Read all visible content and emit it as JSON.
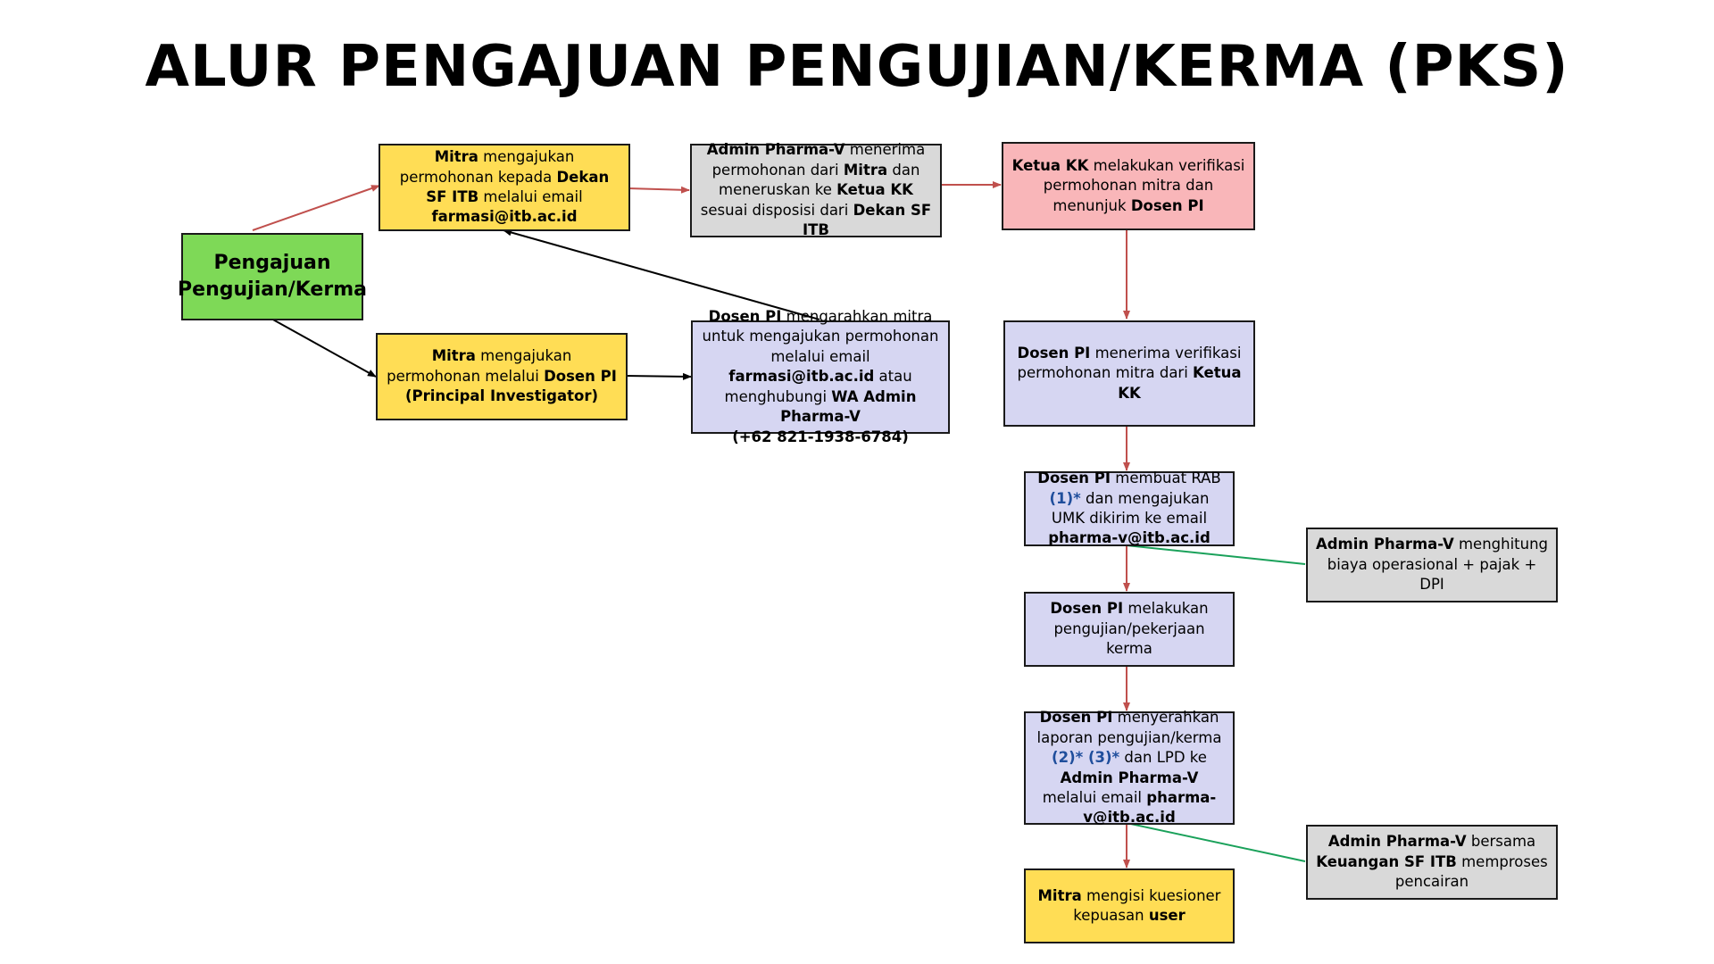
{
  "title": "ALUR PENGAJUAN PENGUJIAN/KERMA (PKS)",
  "colors": {
    "yellow": "#ffdd55",
    "gray": "#d9d9d9",
    "pink": "#f9b6b9",
    "lavender": "#d6d6f2",
    "green": "#7ed957",
    "arrow_red": "#c0504d",
    "arrow_black": "#000000",
    "connector_green": "#1aa15a",
    "note_blue": "#1f4e9c"
  },
  "nodes": {
    "start": {
      "line1": "Pengajuan",
      "line2": "Pengujian/Kerma"
    },
    "mitra_email": {
      "b1": "Mitra",
      "t1": " mengajukan permohonan kepada ",
      "b2": "Dekan SF ITB",
      "t2": " melalui email ",
      "b3": "farmasi@itb.ac.id"
    },
    "admin_receive": {
      "b1": "Admin Pharma-V",
      "t1": " menerima permohonan dari ",
      "b2": "Mitra",
      "t2": " dan meneruskan ke ",
      "b3": "Ketua KK",
      "t3": " sesuai disposisi  dari ",
      "b4": "Dekan SF ITB"
    },
    "ketua_kk": {
      "b1": "Ketua KK",
      "t1": " melakukan verifikasi permohonan mitra dan menunjuk ",
      "b2": "Dosen PI"
    },
    "mitra_dosen": {
      "b1": "Mitra",
      "t1": " mengajukan permohonan melalui ",
      "b2": "Dosen PI (Principal Investigator)"
    },
    "dosen_direct": {
      "b1": "Dosen PI",
      "t1": " mengarahkan mitra untuk mengajukan permohonan melalui email ",
      "b2": "farmasi@itb.ac.id",
      "t2": " atau menghubungi ",
      "b3": "WA Admin Pharma-V",
      "b4": "(+62 821-1938-6784)"
    },
    "dosen_receive": {
      "b1": "Dosen PI",
      "t1": " menerima verifikasi permohonan mitra dari ",
      "b2": "Ketua KK"
    },
    "rab": {
      "b1": "Dosen PI",
      "t1": " membuat RAB ",
      "n1": "(1)*",
      "t2": " dan mengajukan UMK dikirim ke email ",
      "b2": "pharma-v@itb.ac.id"
    },
    "admin_cost": {
      "b1": "Admin Pharma-V",
      "t1": " menghitung biaya operasional + pajak + DPI"
    },
    "work": {
      "b1": "Dosen PI",
      "t1": " melakukan pengujian/pekerjaan kerma"
    },
    "report": {
      "b1": "Dosen PI",
      "t1": " menyerahkan laporan pengujian/kerma ",
      "n1": "(2)* (3)*",
      "t2": " dan LPD ke ",
      "b2": "Admin Pharma-V",
      "t3": " melalui email ",
      "b3": "pharma-v@itb.ac.id"
    },
    "admin_finance": {
      "b1": "Admin Pharma-V",
      "t1": " bersama ",
      "b2": "Keuangan SF ITB",
      "t2": " memproses pencairan"
    },
    "survey": {
      "b1": "Mitra",
      "t1": " mengisi kuesioner kepuasan ",
      "b2": "user"
    }
  }
}
